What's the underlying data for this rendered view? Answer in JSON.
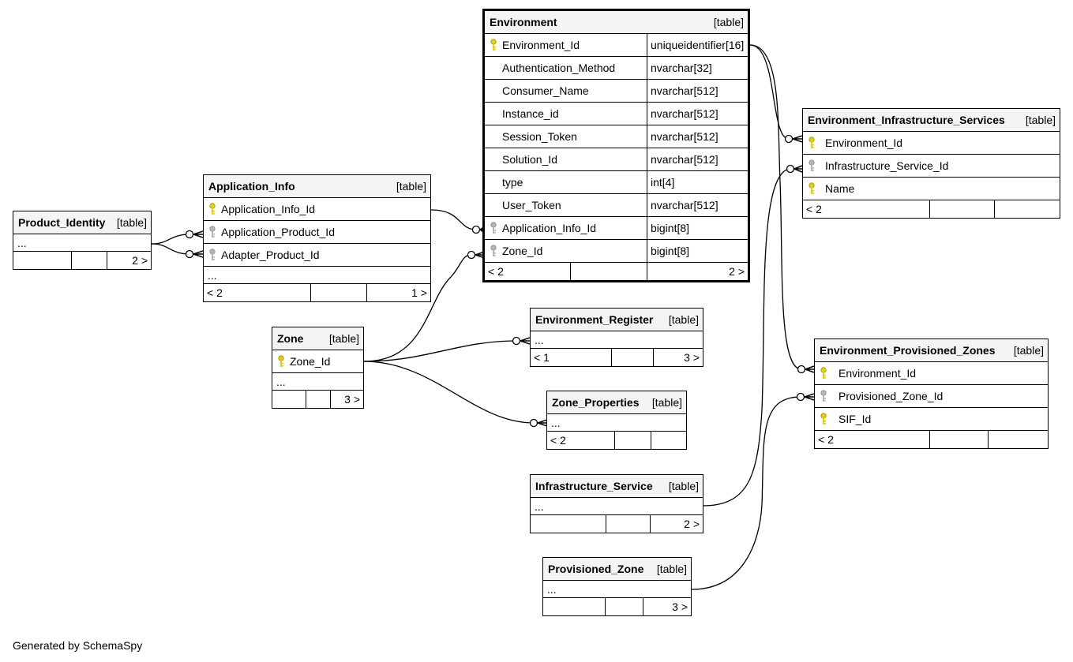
{
  "footer_text": "Generated by SchemaSpy",
  "colors": {
    "primary_key": "#e8d000",
    "foreign_key": "#b4b4b4",
    "header_bg": "#f4f4f4",
    "line": "#000000"
  },
  "tables": {
    "product_identity": {
      "name": "Product_Identity",
      "type": "[table]",
      "ellipsis": "...",
      "footer": [
        "",
        "",
        "2 >"
      ]
    },
    "application_info": {
      "name": "Application_Info",
      "type": "[table]",
      "ellipsis": "...",
      "columns": [
        {
          "name": "Application_Info_Id",
          "key": "primary-key-icon"
        },
        {
          "name": "Application_Product_Id",
          "key": "foreign-key-icon"
        },
        {
          "name": "Adapter_Product_Id",
          "key": "foreign-key-icon"
        }
      ],
      "footer": [
        "< 2",
        "",
        "1 >"
      ]
    },
    "environment": {
      "name": "Environment",
      "type": "[table]",
      "columns": [
        {
          "name": "Environment_Id",
          "datatype": "uniqueidentifier[16]",
          "key": "primary-key-icon"
        },
        {
          "name": "Authentication_Method",
          "datatype": "nvarchar[32]",
          "key": ""
        },
        {
          "name": "Consumer_Name",
          "datatype": "nvarchar[512]",
          "key": ""
        },
        {
          "name": "Instance_id",
          "datatype": "nvarchar[512]",
          "key": ""
        },
        {
          "name": "Session_Token",
          "datatype": "nvarchar[512]",
          "key": ""
        },
        {
          "name": "Solution_Id",
          "datatype": "nvarchar[512]",
          "key": ""
        },
        {
          "name": "type",
          "datatype": "int[4]",
          "key": ""
        },
        {
          "name": "User_Token",
          "datatype": "nvarchar[512]",
          "key": ""
        },
        {
          "name": "Application_Info_Id",
          "datatype": "bigint[8]",
          "key": "foreign-key-icon"
        },
        {
          "name": "Zone_Id",
          "datatype": "bigint[8]",
          "key": "foreign-key-icon"
        }
      ],
      "footer": [
        "< 2",
        "",
        "2 >"
      ]
    },
    "zone": {
      "name": "Zone",
      "type": "[table]",
      "ellipsis": "...",
      "columns": [
        {
          "name": "Zone_Id",
          "key": "primary-key-icon"
        }
      ],
      "footer": [
        "",
        "",
        "3 >"
      ]
    },
    "environment_register": {
      "name": "Environment_Register",
      "type": "[table]",
      "ellipsis": "...",
      "footer": [
        "< 1",
        "",
        "3 >"
      ]
    },
    "zone_properties": {
      "name": "Zone_Properties",
      "type": "[table]",
      "ellipsis": "...",
      "footer": [
        "< 2",
        "",
        ""
      ]
    },
    "infrastructure_service": {
      "name": "Infrastructure_Service",
      "type": "[table]",
      "ellipsis": "...",
      "footer": [
        "",
        "",
        "2 >"
      ]
    },
    "provisioned_zone": {
      "name": "Provisioned_Zone",
      "type": "[table]",
      "ellipsis": "...",
      "footer": [
        "",
        "",
        "3 >"
      ]
    },
    "environment_infrastructure_services": {
      "name": "Environment_Infrastructure_Services",
      "type": "[table]",
      "columns": [
        {
          "name": "Environment_Id",
          "key": "primary-key-icon"
        },
        {
          "name": "Infrastructure_Service_Id",
          "key": "foreign-key-icon"
        },
        {
          "name": "Name",
          "key": "primary-key-icon"
        }
      ],
      "footer": [
        "< 2",
        "",
        ""
      ]
    },
    "environment_provisioned_zones": {
      "name": "Environment_Provisioned_Zones",
      "type": "[table]",
      "columns": [
        {
          "name": "Environment_Id",
          "key": "primary-key-icon"
        },
        {
          "name": "Provisioned_Zone_Id",
          "key": "foreign-key-icon"
        },
        {
          "name": "SIF_Id",
          "key": "primary-key-icon"
        }
      ],
      "footer": [
        "< 2",
        "",
        ""
      ]
    }
  }
}
